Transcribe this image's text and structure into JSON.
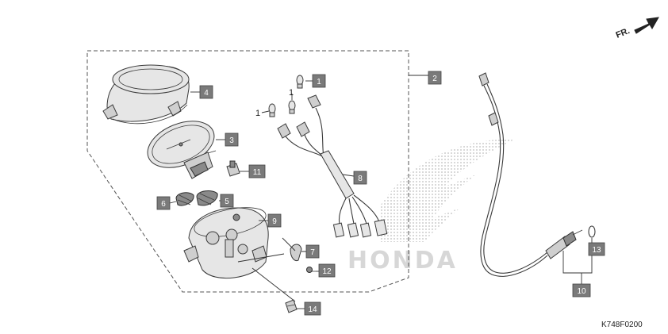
{
  "direction_label": "FR.",
  "figure_code": "K748F0200",
  "watermark": "HONDA",
  "callouts": {
    "c1": "1",
    "c2": "2",
    "c3": "3",
    "c4": "4",
    "c5": "5",
    "c6": "6",
    "c7": "7",
    "c8": "8",
    "c9": "9",
    "c10": "10",
    "c11": "11",
    "c12": "12",
    "c13": "13",
    "c14": "14"
  },
  "plain_labels": {
    "bulb_a": "1",
    "bulb_b": "1"
  }
}
